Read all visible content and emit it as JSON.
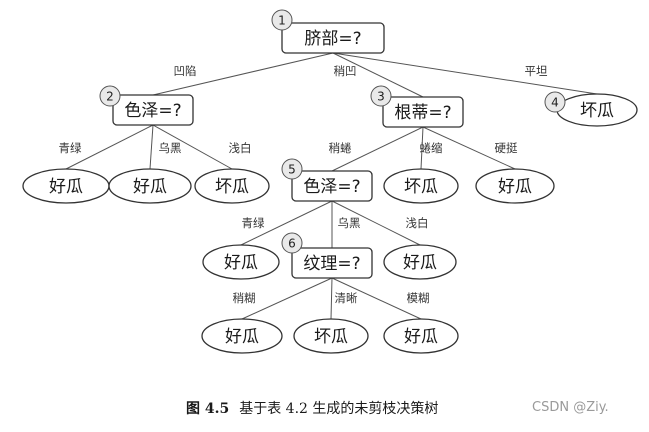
{
  "nodes": [
    {
      "id": "n1",
      "kind": "decision",
      "label": "脐部=?",
      "number": "1"
    },
    {
      "id": "n2",
      "kind": "decision",
      "label": "色泽=?",
      "number": "2"
    },
    {
      "id": "n3",
      "kind": "decision",
      "label": "根蒂=?",
      "number": "3"
    },
    {
      "id": "n4",
      "kind": "leaf",
      "label": "坏瓜",
      "number": "4"
    },
    {
      "id": "n5",
      "kind": "decision",
      "label": "色泽=?",
      "number": "5"
    },
    {
      "id": "n6",
      "kind": "decision",
      "label": "纹理=?",
      "number": "6"
    },
    {
      "id": "l1",
      "kind": "leaf",
      "label": "好瓜"
    },
    {
      "id": "l2",
      "kind": "leaf",
      "label": "好瓜"
    },
    {
      "id": "l3",
      "kind": "leaf",
      "label": "坏瓜"
    },
    {
      "id": "l4",
      "kind": "leaf",
      "label": "坏瓜"
    },
    {
      "id": "l5",
      "kind": "leaf",
      "label": "好瓜"
    },
    {
      "id": "l6",
      "kind": "leaf",
      "label": "好瓜"
    },
    {
      "id": "l7",
      "kind": "leaf",
      "label": "好瓜"
    },
    {
      "id": "l8",
      "kind": "leaf",
      "label": "好瓜"
    },
    {
      "id": "l9",
      "kind": "leaf",
      "label": "坏瓜"
    },
    {
      "id": "l10",
      "kind": "leaf",
      "label": "好瓜"
    }
  ],
  "edges": [
    {
      "from": "n1",
      "to": "n2",
      "label": "凹陷"
    },
    {
      "from": "n1",
      "to": "n3",
      "label": "稍凹"
    },
    {
      "from": "n1",
      "to": "n4",
      "label": "平坦"
    },
    {
      "from": "n2",
      "to": "l1",
      "label": "青绿"
    },
    {
      "from": "n2",
      "to": "l2",
      "label": "乌黑"
    },
    {
      "from": "n2",
      "to": "l3",
      "label": "浅白"
    },
    {
      "from": "n3",
      "to": "n5",
      "label": "稍蜷"
    },
    {
      "from": "n3",
      "to": "l4",
      "label": "蜷缩"
    },
    {
      "from": "n3",
      "to": "l5",
      "label": "硬挺"
    },
    {
      "from": "n5",
      "to": "l6",
      "label": "青绿"
    },
    {
      "from": "n5",
      "to": "n6",
      "label": "乌黑"
    },
    {
      "from": "n5",
      "to": "l7",
      "label": "浅白"
    },
    {
      "from": "n6",
      "to": "l8",
      "label": "稍糊"
    },
    {
      "from": "n6",
      "to": "l9",
      "label": "清晰"
    },
    {
      "from": "n6",
      "to": "l10",
      "label": "模糊"
    }
  ],
  "caption": {
    "figure": "图 4.5",
    "text": "基于表 4.2 生成的未剪枝决策树"
  },
  "watermark": "CSDN @Ziy."
}
